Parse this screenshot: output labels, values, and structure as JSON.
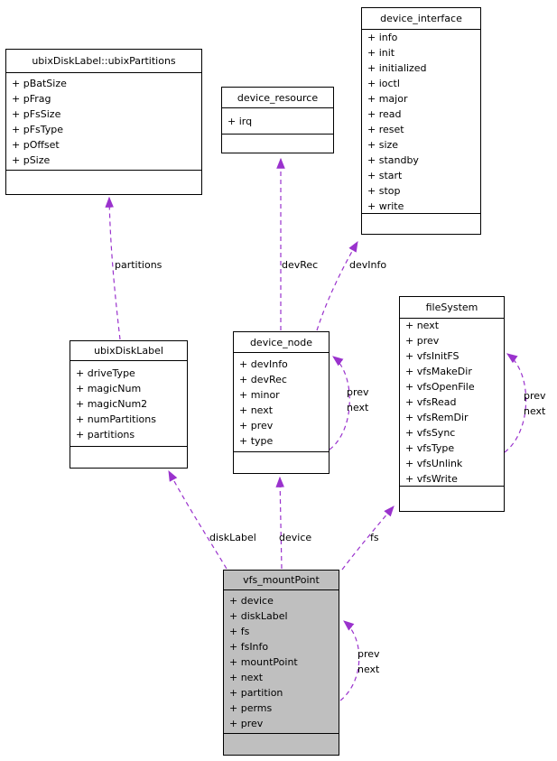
{
  "diagram": {
    "accent_color": "#9a32cd",
    "highlight_fill": "#bfbfbf",
    "classes": [
      {
        "id": "ubixPartitions",
        "title": "ubixDiskLabel::ubixPartitions",
        "fields": [
          "+ pBatSize",
          "+ pFrag",
          "+ pFsSize",
          "+ pFsType",
          "+ pOffset",
          "+ pSize"
        ]
      },
      {
        "id": "device_resource",
        "title": "device_resource",
        "fields": [
          "+ irq"
        ]
      },
      {
        "id": "device_interface",
        "title": "device_interface",
        "fields": [
          "+ info",
          "+ init",
          "+ initialized",
          "+ ioctl",
          "+ major",
          "+ read",
          "+ reset",
          "+ size",
          "+ standby",
          "+ start",
          "+ stop",
          "+ write"
        ]
      },
      {
        "id": "ubixDiskLabel",
        "title": "ubixDiskLabel",
        "fields": [
          "+ driveType",
          "+ magicNum",
          "+ magicNum2",
          "+ numPartitions",
          "+ partitions"
        ]
      },
      {
        "id": "device_node",
        "title": "device_node",
        "fields": [
          "+ devInfo",
          "+ devRec",
          "+ minor",
          "+ next",
          "+ prev",
          "+ type"
        ]
      },
      {
        "id": "fileSystem",
        "title": "fileSystem",
        "fields": [
          "+ next",
          "+ prev",
          "+ vfsInitFS",
          "+ vfsMakeDir",
          "+ vfsOpenFile",
          "+ vfsRead",
          "+ vfsRemDir",
          "+ vfsSync",
          "+ vfsType",
          "+ vfsUnlink",
          "+ vfsWrite"
        ]
      },
      {
        "id": "vfs_mountPoint",
        "title": "vfs_mountPoint",
        "highlighted": true,
        "fields": [
          "+ device",
          "+ diskLabel",
          "+ fs",
          "+ fsInfo",
          "+ mountPoint",
          "+ next",
          "+ partition",
          "+ perms",
          "+ prev"
        ]
      }
    ],
    "edge_labels": {
      "partitions": "partitions",
      "devRec": "devRec",
      "devInfo": "devInfo",
      "diskLabel": "diskLabel",
      "device": "device",
      "fs": "fs"
    },
    "loops": [
      {
        "owner": "device_node",
        "labels": [
          "prev",
          "next"
        ]
      },
      {
        "owner": "fileSystem",
        "labels": [
          "prev",
          "next"
        ]
      },
      {
        "owner": "vfs_mountPoint",
        "labels": [
          "prev",
          "next"
        ]
      }
    ]
  }
}
